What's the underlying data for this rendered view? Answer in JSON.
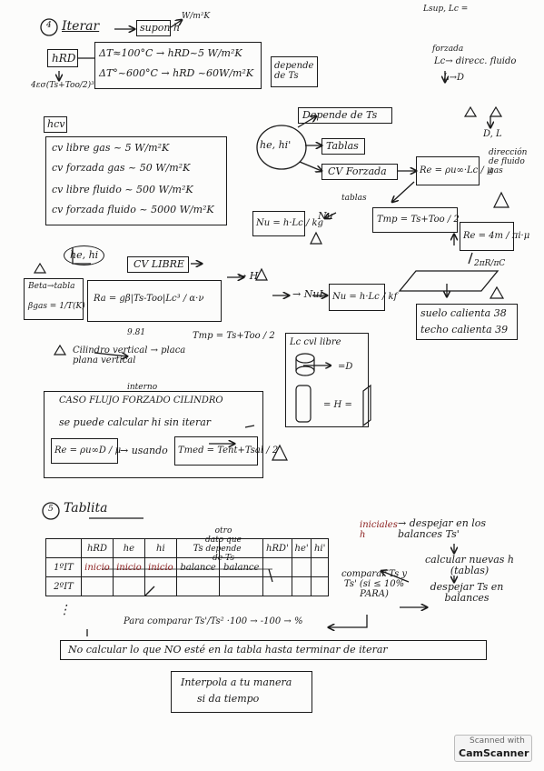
{
  "s4": {
    "num": "4",
    "title": "Iterar",
    "supon": "supon h",
    "supon_unit": "W/m²K",
    "top_right": "Lsup, Lc =",
    "hrad": "hRD",
    "hrad_formula": "4εσ(Ts+Too/2)³",
    "dt1": "ΔT≈100°C → hRD~5 W/m²K",
    "dt2": "ΔT°~600°C → hRD ~60W/m²K",
    "depende": "depende de Ts",
    "forzada_label": "forzada",
    "forzada_lc": "Lc→ direcc. fluido",
    "forzada_d": "L→D",
    "hcv": "hcv",
    "cv1": "cv libre gas ~ 5 W/m²K",
    "cv2": "cv forzada gas ~ 50 W/m²K",
    "cv3": "cv libre fluido ~ 500 W/m²K",
    "cv4": "cv forzada fluido ~ 5000 W/m²K",
    "depende_ts": "Depende de Ts",
    "hehi": "he, hi'",
    "tablas": "Tablas",
    "cv_forzada": "CV Forzada",
    "re_formula": "Re = ρu∞·Lc / μ",
    "dl": "D, L",
    "direccion": "dirección de fluido gas",
    "tablas_small": "tablas",
    "nu_formula": "Nu = h·Lc / kg",
    "nu": "Nu",
    "tmp_formula": "Tmp = Ts+Too / 2",
    "re2_formula": "Re = 4m / πi·μ",
    "perim": "2πR/πC",
    "hehi2": "he, hi",
    "cv_libre": "CV LIBRE",
    "h_label": "→ H",
    "beta": "Beta→tabla",
    "bgas": "βgas = 1/T(K)",
    "ra_formula": "Ra = gβ|Ts-Too|Lc³ / α·ν",
    "nul": "→ NuL",
    "nu2_formula": "Nu = h·Lc / kf",
    "g981": "9.81",
    "tmp2_formula": "Tmp = Ts+Too / 2",
    "suelo": "suelo calienta 38",
    "techo": "techo calienta 39",
    "cilindro": "Cilindro vertical → placa plana vertical",
    "lc_cvl": "Lc cvl libre",
    "cyl_d": "=D",
    "cyl_h": "= H =",
    "interno": "interno",
    "caso": "CASO FLUJO FORZADO CILINDRO",
    "se_puede": "se puede calcular hi sin iterar",
    "re3_formula": "Re = ρu∞D / μ",
    "usando": "→ usando",
    "tmed_formula": "Tmed = Tent+Tsal / 2"
  },
  "s5": {
    "num": "5",
    "title": "Tablita",
    "otro": "otro dato que depende de Ts",
    "headers": [
      "",
      "hRD",
      "he",
      "hi",
      "Ts",
      "",
      "hRD'",
      "he'",
      "hi'"
    ],
    "rows": [
      [
        "1ºIT",
        "inicio",
        "inicio",
        "inicio",
        "balance",
        "balance",
        "",
        "",
        ""
      ],
      [
        "2ºIT",
        "",
        "",
        "",
        "",
        "",
        "",
        "",
        ""
      ]
    ],
    "iniciales": "iniciales h",
    "despejar": "→ despejar en los balances Ts'",
    "calcular": "calcular nuevas h (tablas)",
    "despejar2": "despejar Ts en balances",
    "comparar": "comparar Ts y Ts' (si ≤ 10% PARA)",
    "dots": "⋮",
    "para_comparar": "Para comparar Ts'/Ts² ·100 → -100 → %",
    "no_calcular": "No calcular lo que NO esté en la tabla hasta terminar de iterar",
    "interpola1": "Interpola a tu manera",
    "interpola2": "si da tiempo"
  },
  "stamp": {
    "line1": "Scanned with",
    "line2": "CamScanner"
  }
}
